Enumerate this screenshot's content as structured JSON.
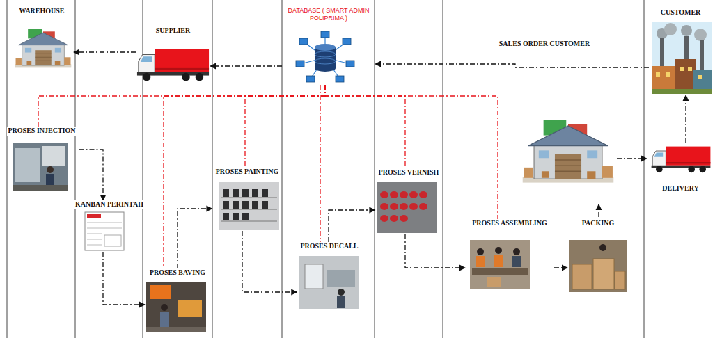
{
  "diagram": {
    "nodes": [
      {
        "text": [
          "WAREHOUSE"
        ]
      },
      {
        "text": [
          "SUPPLIER"
        ]
      },
      {
        "text": [
          "DATABASE ( SMART ADMIN POLIPRIMA )"
        ]
      },
      {
        "text": [
          "CUSTOMER"
        ]
      },
      {
        "text": [
          "PROSES INJECTION"
        ]
      },
      {
        "text": [
          "KANBAN PERINTAH"
        ]
      },
      {
        "text": [
          "PROSES BAVING"
        ]
      },
      {
        "text": [
          "PROSES PAINTING"
        ]
      },
      {
        "text": [
          "PROSES DECALL"
        ]
      },
      {
        "text": [
          "PROSES VERNISH"
        ]
      },
      {
        "text": [
          "PROSES ASSEMBLING"
        ]
      },
      {
        "text": [
          "PACKING"
        ]
      },
      {
        "text": [
          "DELIVERY"
        ]
      }
    ],
    "edges": [
      {
        "from": 3,
        "to": 2,
        "label": "SALES ORDER CUSTOMER",
        "arrow": "to"
      },
      {
        "from": 2,
        "to": 1,
        "arrow": "to"
      },
      {
        "from": 1,
        "to": 0,
        "arrow": "to"
      },
      {
        "from": 12,
        "to": 3,
        "arrow": "to"
      },
      {
        "from": 4,
        "to": 5,
        "arrow": "to"
      },
      {
        "from": 5,
        "to": 6,
        "arrow": "to"
      },
      {
        "from": 6,
        "to": 7,
        "arrow": "to"
      },
      {
        "from": 7,
        "to": 8,
        "arrow": "to"
      },
      {
        "from": 8,
        "to": 9,
        "arrow": "to"
      },
      {
        "from": 9,
        "to": 10,
        "arrow": "to"
      },
      {
        "from": 10,
        "to": 11,
        "arrow": "to"
      },
      {
        "from": 2,
        "to": 4,
        "arrow": "none"
      },
      {
        "from": 2,
        "to": 6,
        "arrow": "none"
      },
      {
        "from": 2,
        "to": 7,
        "arrow": "none"
      },
      {
        "from": 2,
        "to": 8,
        "arrow": "none"
      },
      {
        "from": 2,
        "to": 9,
        "arrow": "none"
      },
      {
        "from": 2,
        "to": 10,
        "arrow": "none"
      }
    ]
  }
}
